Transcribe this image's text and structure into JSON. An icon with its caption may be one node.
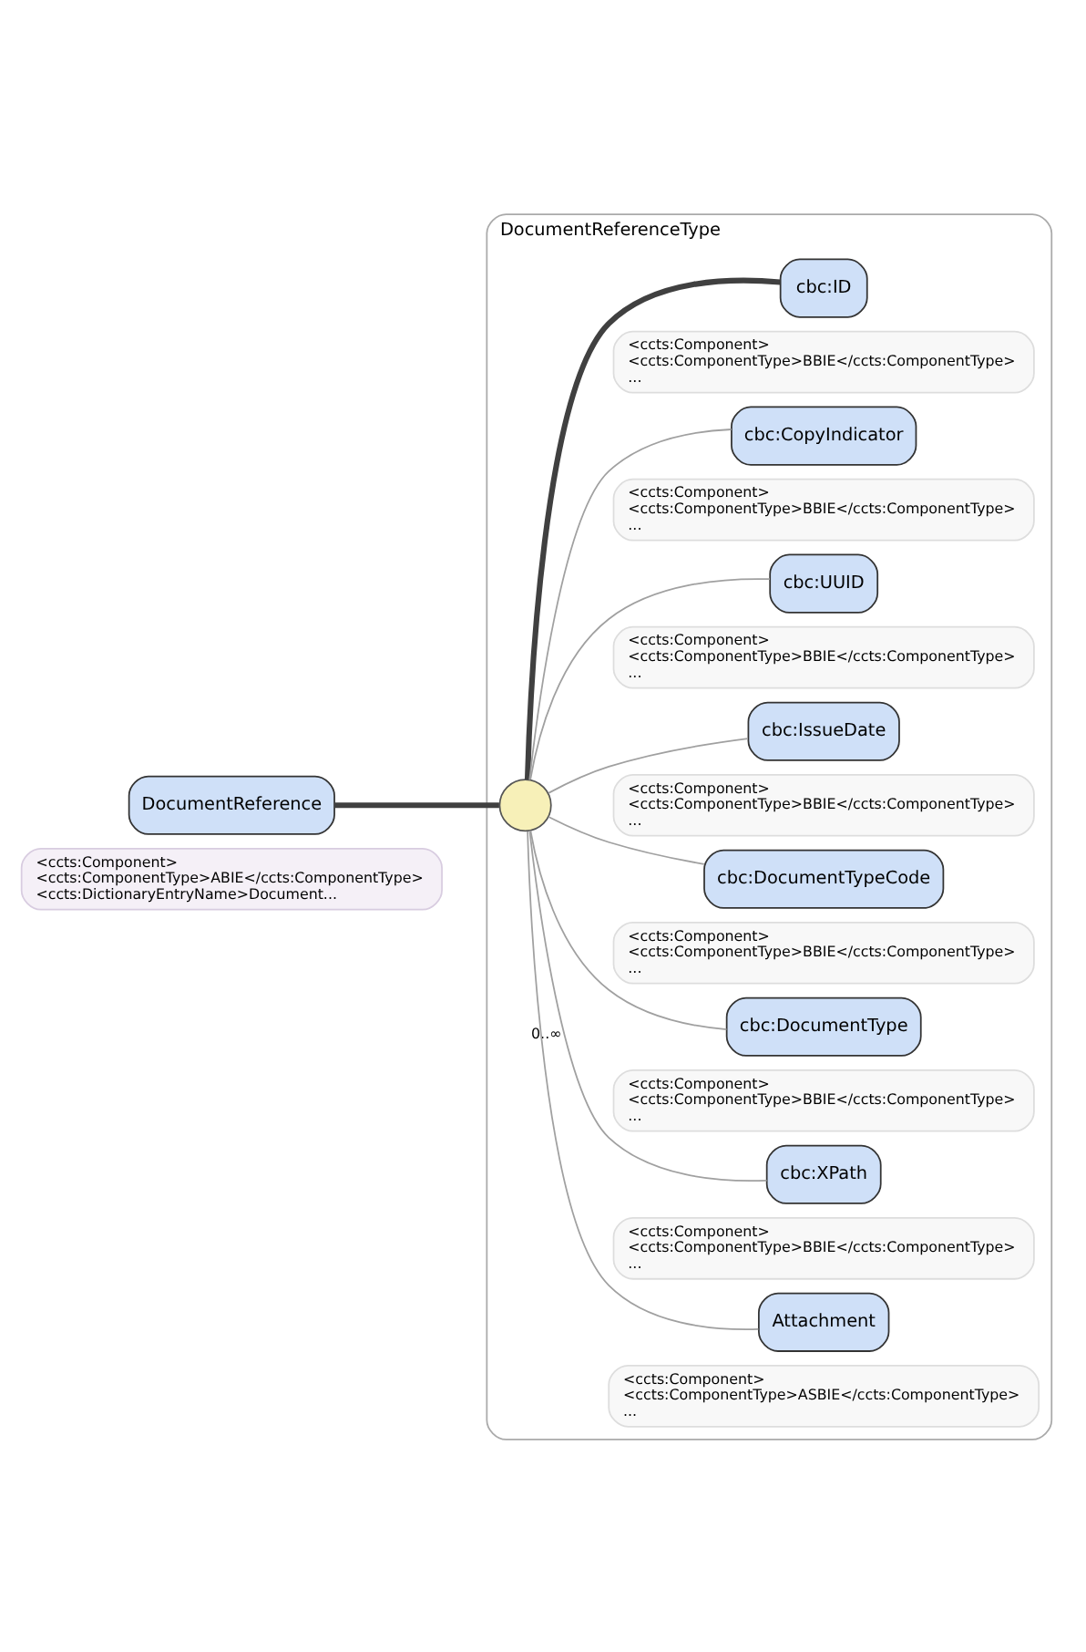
{
  "diagram": {
    "nodes": [
      {
        "text": [
          "DocumentReference"
        ]
      },
      {
        "text": [
          "DocumentReferenceType"
        ]
      },
      {
        "text": [],
        "shape": "circle",
        "in": 1
      },
      {
        "text": [
          "cbc:ID"
        ],
        "in": 1
      },
      {
        "text": [
          "<ccts:Component> <ccts:ComponentType>BBIE</ccts:ComponentType> ..."
        ],
        "in": 1
      },
      {
        "text": [
          "cbc:CopyIndicator"
        ],
        "in": 1
      },
      {
        "text": [
          "<ccts:Component> <ccts:ComponentType>BBIE</ccts:ComponentType> ..."
        ],
        "in": 1
      },
      {
        "text": [
          "cbc:UUID"
        ],
        "in": 1
      },
      {
        "text": [
          "<ccts:Component> <ccts:ComponentType>BBIE</ccts:ComponentType> ..."
        ],
        "in": 1
      },
      {
        "text": [
          "cbc:IssueDate"
        ],
        "in": 1
      },
      {
        "text": [
          "<ccts:Component> <ccts:ComponentType>BBIE</ccts:ComponentType> ..."
        ],
        "in": 1
      },
      {
        "text": [
          "cbc:DocumentTypeCode"
        ],
        "in": 1
      },
      {
        "text": [
          "<ccts:Component> <ccts:ComponentType>BBIE</ccts:ComponentType> ..."
        ],
        "in": 1
      },
      {
        "text": [
          "cbc:DocumentType"
        ],
        "in": 1
      },
      {
        "text": [
          "<ccts:Component> <ccts:ComponentType>BBIE</ccts:ComponentType> ..."
        ],
        "in": 1
      },
      {
        "text": [
          "cbc:XPath"
        ],
        "in": 1
      },
      {
        "text": [
          "<ccts:Component> <ccts:ComponentType>BBIE</ccts:ComponentType> ..."
        ],
        "in": 1
      },
      {
        "text": [
          "Attachment"
        ],
        "in": 1
      },
      {
        "text": [
          "<ccts:Component> <ccts:ComponentType>ASBIE</ccts:ComponentType> ..."
        ],
        "in": 1
      },
      {
        "text": [
          "<ccts:Component> <ccts:ComponentType>ABIE</ccts:ComponentType> <ccts:DictionaryEntryName>Document..."
        ]
      }
    ],
    "edges": [
      {
        "from": 0,
        "to": 2,
        "arrow": "none",
        "style": "thick",
        "color": "#404040"
      },
      {
        "from": 2,
        "to": 3,
        "arrow": "none",
        "style": "thick",
        "color": "#404040"
      },
      {
        "from": 2,
        "to": 5,
        "arrow": "none"
      },
      {
        "from": 2,
        "to": 7,
        "arrow": "none"
      },
      {
        "from": 2,
        "to": 9,
        "arrow": "none"
      },
      {
        "from": 2,
        "to": 11,
        "arrow": "none"
      },
      {
        "from": 2,
        "to": 13,
        "arrow": "none"
      },
      {
        "from": 2,
        "to": 15,
        "arrow": "none",
        "label": "0..∞"
      },
      {
        "from": 2,
        "to": 17,
        "arrow": "none"
      }
    ]
  }
}
